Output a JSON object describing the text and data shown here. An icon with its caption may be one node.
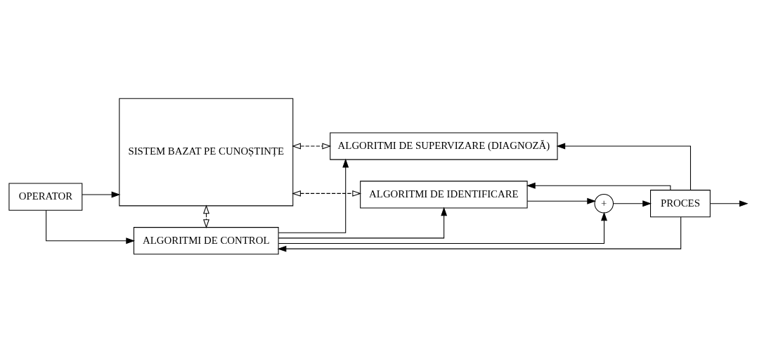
{
  "diagram": {
    "nodes": [
      {
        "text": [
          "OPERATOR"
        ]
      },
      {
        "text": [
          "SISTEM BAZAT PE CUNOȘTINȚE"
        ]
      },
      {
        "text": [
          "ALGORITMI DE SUPERVIZARE (DIAGNOZĂ)"
        ]
      },
      {
        "text": [
          "ALGORITMI DE IDENTIFICARE"
        ]
      },
      {
        "text": [
          "ALGORITMI DE CONTROL"
        ]
      },
      {
        "text": [
          "+"
        ]
      },
      {
        "text": [
          "PROCES"
        ]
      }
    ],
    "edges": [
      {
        "from": 0,
        "to": 1,
        "arrow": "to"
      },
      {
        "from": 0,
        "to": 4,
        "arrow": "to"
      },
      {
        "from": 1,
        "to": 2,
        "arrow": "both",
        "style": "dashed"
      },
      {
        "from": 1,
        "to": 3,
        "arrow": "both",
        "style": "dashed"
      },
      {
        "from": 1,
        "to": 4,
        "arrow": "both",
        "style": "dashed"
      },
      {
        "from": 4,
        "to": 2,
        "arrow": "to"
      },
      {
        "from": 4,
        "to": 3,
        "arrow": "to"
      },
      {
        "from": 4,
        "to": 5,
        "arrow": "to"
      },
      {
        "from": 3,
        "to": 5,
        "arrow": "to"
      },
      {
        "from": 5,
        "to": 6,
        "arrow": "to"
      },
      {
        "from": 6,
        "to": 2,
        "arrow": "to"
      },
      {
        "from": 6,
        "to": 3,
        "arrow": "to"
      },
      {
        "from": 6,
        "to": null,
        "arrow": "to"
      },
      {
        "from": 6,
        "to": 4,
        "arrow": "to"
      }
    ]
  }
}
